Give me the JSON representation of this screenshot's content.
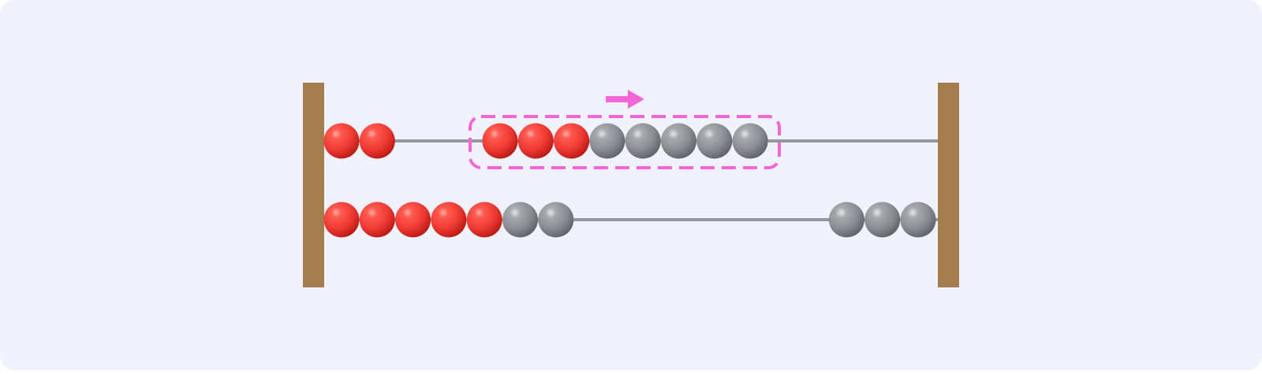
{
  "colors": {
    "panel_background": "#f0f3fd",
    "frame_post": "#a57c4e",
    "rod": "#94979c",
    "bead_red": "#ef3a34",
    "bead_gray": "#8c8d92",
    "highlight": "#f466d8"
  },
  "rows": [
    {
      "groups": [
        {
          "side": "left",
          "beads": [
            "red",
            "red"
          ]
        },
        {
          "side": "middle",
          "highlighted": true,
          "beads": [
            "red",
            "red",
            "red",
            "gray",
            "gray",
            "gray",
            "gray",
            "gray"
          ]
        }
      ],
      "move_arrow": "right-arrow-icon"
    },
    {
      "groups": [
        {
          "side": "left",
          "beads": [
            "red",
            "red",
            "red",
            "red",
            "red",
            "gray",
            "gray"
          ]
        },
        {
          "side": "right",
          "beads": [
            "gray",
            "gray",
            "gray"
          ]
        }
      ]
    }
  ]
}
